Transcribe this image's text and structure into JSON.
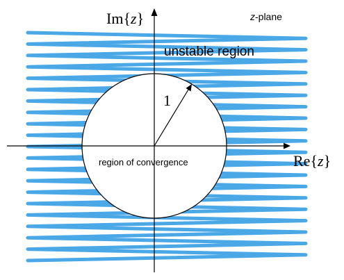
{
  "diagram": {
    "real_axis_label": {
      "prefix": "Re{",
      "variable": "z",
      "suffix": "}"
    },
    "imag_axis_label": {
      "prefix": "Im{",
      "variable": "z",
      "suffix": "}"
    },
    "plane_label": {
      "variable": "z",
      "suffix": "-plane"
    },
    "unstable_region_label": "unstable region",
    "convergence_region_label": "region of convergence",
    "radius_label": "1",
    "colors": {
      "hatch": "#4aa8e6",
      "circle_fill": "#ffffff",
      "lines": "#000000"
    }
  }
}
